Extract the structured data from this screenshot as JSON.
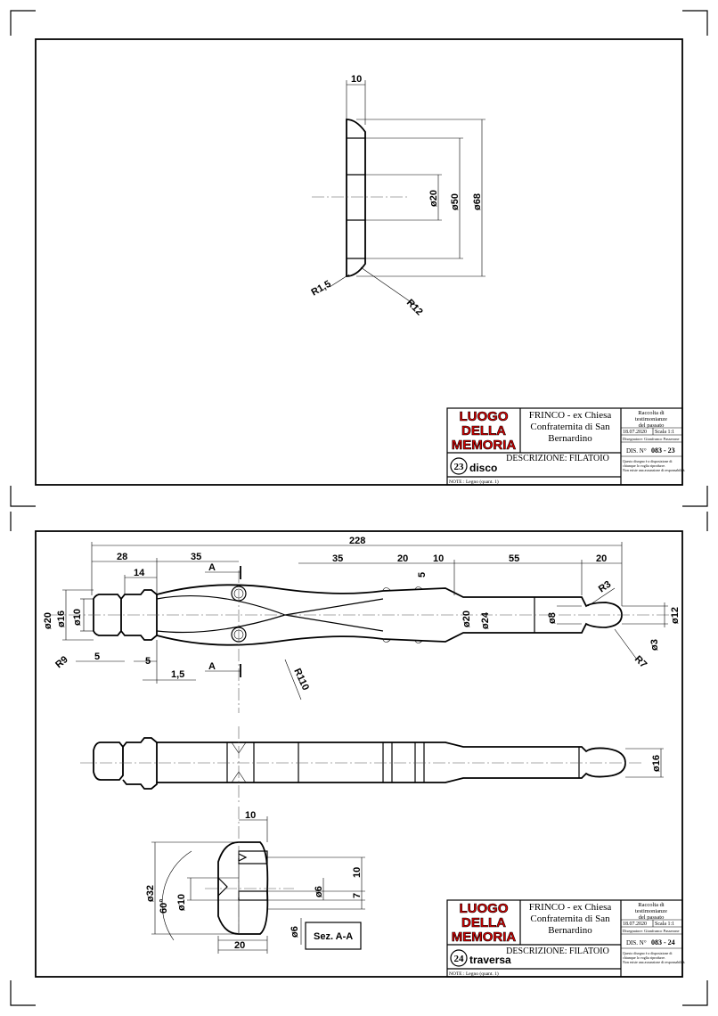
{
  "sheet_top": {
    "dimensions": {
      "width": "10",
      "dia_20": "ø20",
      "dia_50": "ø50",
      "dia_68": "ø68",
      "radius_15": "R1,5",
      "radius_12": "R12"
    },
    "title_block": {
      "logo_lines": [
        "LUOGO",
        "DELLA",
        "MEMORIA"
      ],
      "place_lines": [
        "FRINCO - ex Chiesa",
        "Confraternita di San",
        "Bernardino"
      ],
      "collection_lines": [
        "Raccolta di",
        "testimonianze",
        "del passato"
      ],
      "date": "18.07.2020",
      "scale": "Scala 1:1",
      "author": "Disegnatore: Gianfranco Passerone",
      "drawing_number_label": "DIS. N°",
      "drawing_number": "083 - 23",
      "description": "DESCRIZIONE: FILATOIO",
      "part_number": "23",
      "part_name": "disco",
      "notes": "NOTE : Legno (quant. 1)",
      "disclaimer_lines": [
        "Questo disegno è a disposizione di",
        "chiunque lo voglia riprodurre.",
        "Non esiste una assunzione di responsabilità."
      ]
    }
  },
  "sheet_bottom": {
    "dimensions": {
      "overall": "228",
      "d28": "28",
      "d14": "14",
      "d35a": "35",
      "d35b": "35",
      "d20a": "20",
      "d10": "10",
      "d55": "55",
      "d20b": "20",
      "d5top": "5",
      "section_a": "A",
      "dia20": "ø20",
      "dia16": "ø16",
      "dia10": "ø10",
      "r9": "R9",
      "d5l1": "5",
      "d5l2": "5",
      "d15": "1,5",
      "r110": "R110",
      "dia20b": "ø20",
      "dia24": "ø24",
      "dia8": "ø8",
      "r3": "R3",
      "dia12": "ø12",
      "dia3": "ø3",
      "r7": "R7",
      "dia16b": "ø16",
      "sec_10": "10",
      "sec_dia32": "ø32",
      "sec_60": "60°",
      "sec_dia10": "ø10",
      "sec_dia6a": "ø6",
      "sec_dia6b": "ø6",
      "sec_10r": "10",
      "sec_7": "7",
      "sec_20": "20",
      "section_label": "Sez. A-A"
    },
    "title_block": {
      "logo_lines": [
        "LUOGO",
        "DELLA",
        "MEMORIA"
      ],
      "place_lines": [
        "FRINCO - ex Chiesa",
        "Confraternita di San",
        "Bernardino"
      ],
      "collection_lines": [
        "Raccolta di",
        "testimonianze",
        "del passato"
      ],
      "date": "18.07.2020",
      "scale": "Scala 1:1",
      "author": "Disegnatore: Gianfranco Passerone",
      "drawing_number_label": "DIS. N°",
      "drawing_number": "083 - 24",
      "description": "DESCRIZIONE: FILATOIO",
      "part_number": "24",
      "part_name": "traversa",
      "notes": "NOTE : Legno (quant. 1)",
      "disclaimer_lines": [
        "Questo disegno è a disposizione di",
        "chiunque lo voglia riprodurre.",
        "Non esiste una assunzione di responsabilità."
      ]
    }
  }
}
